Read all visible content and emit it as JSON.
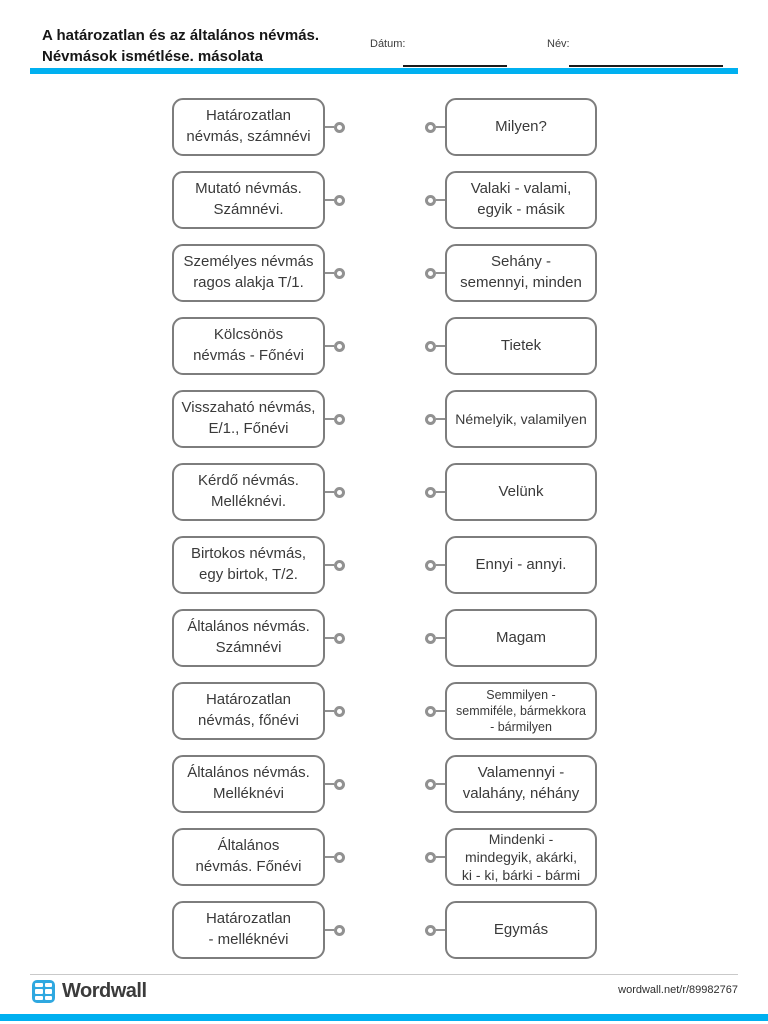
{
  "header": {
    "title": "A határozatlan és az általános névmás.\nNévmások ismétlése. másolata",
    "date_label": "Dátum:",
    "name_label": "Név:"
  },
  "colors": {
    "accent_cyan": "#00b0f0",
    "box_border": "#7d7d7d",
    "box_text": "#3a3a3a",
    "brand_blue": "#2fa8e0"
  },
  "pairs": [
    {
      "left": "Határozatlan\nnévmás, számnévi",
      "right": "Milyen?"
    },
    {
      "left": "Mutató névmás.\nSzámnévi.",
      "right": "Valaki - valami,\negyik - másik"
    },
    {
      "left": "Személyes névmás\nragos alakja T/1.",
      "right": "Sehány -\nsemennyi, minden"
    },
    {
      "left": "Kölcsönös\nnévmás - Főnévi",
      "right": "Tietek"
    },
    {
      "left": "Visszaható névmás,\nE/1., Főnévi",
      "right": "Némelyik, valamilyen"
    },
    {
      "left": "Kérdő névmás.\nMelléknévi.",
      "right": "Velünk"
    },
    {
      "left": "Birtokos névmás,\negy birtok, T/2.",
      "right": "Ennyi - annyi."
    },
    {
      "left": "Általános névmás.\nSzámnévi",
      "right": "Magam"
    },
    {
      "left": "Határozatlan\nnévmás, főnévi",
      "right": "Semmilyen -\nsemmiféle, bármekkora\n- bármilyen"
    },
    {
      "left": "Általános névmás.\nMelléknévi",
      "right": "Valamennyi -\nvalahány, néhány"
    },
    {
      "left": "Általános\nnévmás. Főnévi",
      "right": "Mindenki -\nmindegyik, akárki,\nki - ki, bárki - bármi"
    },
    {
      "left": "Határozatlan\n- melléknévi",
      "right": "Egymás"
    }
  ],
  "footer": {
    "brand": "Wordwall",
    "url": "wordwall.net/r/89982767"
  }
}
